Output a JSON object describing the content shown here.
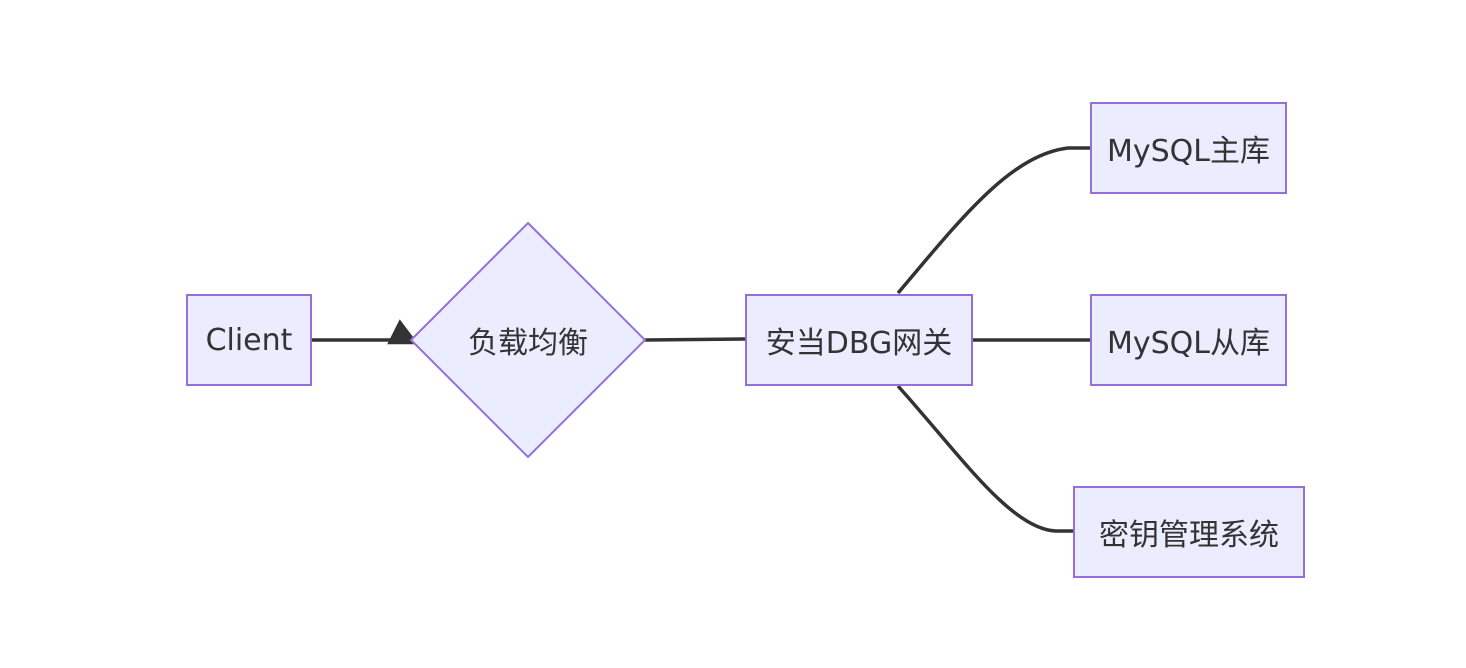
{
  "diagram": {
    "nodes": {
      "client": {
        "label": "Client"
      },
      "lb": {
        "label": "负载均衡"
      },
      "gateway": {
        "label": "安当DBG网关"
      },
      "mysql_master": {
        "label": "MySQL主库"
      },
      "mysql_slave": {
        "label": "MySQL从库"
      },
      "kms": {
        "label": "密钥管理系统"
      }
    },
    "edges": [
      {
        "from": "client",
        "to": "lb",
        "arrow": true
      },
      {
        "from": "lb",
        "to": "gateway",
        "arrow": false
      },
      {
        "from": "gateway",
        "to": "mysql_master",
        "arrow": false
      },
      {
        "from": "gateway",
        "to": "mysql_slave",
        "arrow": false
      },
      {
        "from": "gateway",
        "to": "kms",
        "arrow": false
      }
    ],
    "colors": {
      "node_fill": "#ECECFF",
      "node_stroke": "#9370DB",
      "edge": "#333333",
      "text": "#333333"
    }
  }
}
